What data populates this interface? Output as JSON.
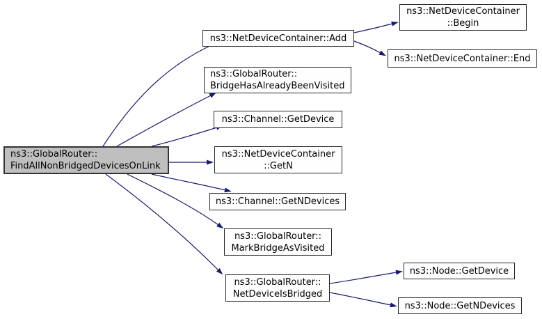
{
  "colors": {
    "background": "#ffffff",
    "edge": "#191970",
    "node_fill": "#fefefe",
    "node_border": "#262626",
    "root_fill": "#bfbfbf",
    "root_border": "#333333",
    "text": "#000000"
  },
  "diagram_type": "doxygen-call-graph",
  "nodes": {
    "root": {
      "lines": [
        "ns3::GlobalRouter::",
        "FindAllNonBridgedDevicesOnLink"
      ]
    },
    "ndc_add": {
      "label": "ns3::NetDeviceContainer::Add"
    },
    "gr_bridge_visited": {
      "lines": [
        "ns3::GlobalRouter::",
        "BridgeHasAlreadyBeenVisited"
      ]
    },
    "ch_get_device": {
      "label": "ns3::Channel::GetDevice"
    },
    "ndc_getn": {
      "lines": [
        "ns3::NetDeviceContainer",
        "::GetN"
      ]
    },
    "ch_getndevices": {
      "label": "ns3::Channel::GetNDevices"
    },
    "gr_mark_bridge": {
      "lines": [
        "ns3::GlobalRouter::",
        "MarkBridgeAsVisited"
      ]
    },
    "gr_netdev_bridged": {
      "lines": [
        "ns3::GlobalRouter::",
        "NetDeviceIsBridged"
      ]
    },
    "ndc_begin": {
      "lines": [
        "ns3::NetDeviceContainer",
        "::Begin"
      ]
    },
    "ndc_end": {
      "label": "ns3::NetDeviceContainer::End"
    },
    "node_get_device": {
      "label": "ns3::Node::GetDevice"
    },
    "node_getndevices": {
      "label": "ns3::Node::GetNDevices"
    }
  },
  "edges": [
    {
      "from": "ns3::GlobalRouter::FindAllNonBridgedDevicesOnLink",
      "to": "ns3::NetDeviceContainer::Add"
    },
    {
      "from": "ns3::GlobalRouter::FindAllNonBridgedDevicesOnLink",
      "to": "ns3::GlobalRouter::BridgeHasAlreadyBeenVisited"
    },
    {
      "from": "ns3::GlobalRouter::FindAllNonBridgedDevicesOnLink",
      "to": "ns3::Channel::GetDevice"
    },
    {
      "from": "ns3::GlobalRouter::FindAllNonBridgedDevicesOnLink",
      "to": "ns3::NetDeviceContainer::GetN"
    },
    {
      "from": "ns3::GlobalRouter::FindAllNonBridgedDevicesOnLink",
      "to": "ns3::Channel::GetNDevices"
    },
    {
      "from": "ns3::GlobalRouter::FindAllNonBridgedDevicesOnLink",
      "to": "ns3::GlobalRouter::MarkBridgeAsVisited"
    },
    {
      "from": "ns3::GlobalRouter::FindAllNonBridgedDevicesOnLink",
      "to": "ns3::GlobalRouter::NetDeviceIsBridged"
    },
    {
      "from": "ns3::NetDeviceContainer::Add",
      "to": "ns3::NetDeviceContainer::Begin"
    },
    {
      "from": "ns3::NetDeviceContainer::Add",
      "to": "ns3::NetDeviceContainer::End"
    },
    {
      "from": "ns3::GlobalRouter::NetDeviceIsBridged",
      "to": "ns3::Node::GetDevice"
    },
    {
      "from": "ns3::GlobalRouter::NetDeviceIsBridged",
      "to": "ns3::Node::GetNDevices"
    }
  ]
}
